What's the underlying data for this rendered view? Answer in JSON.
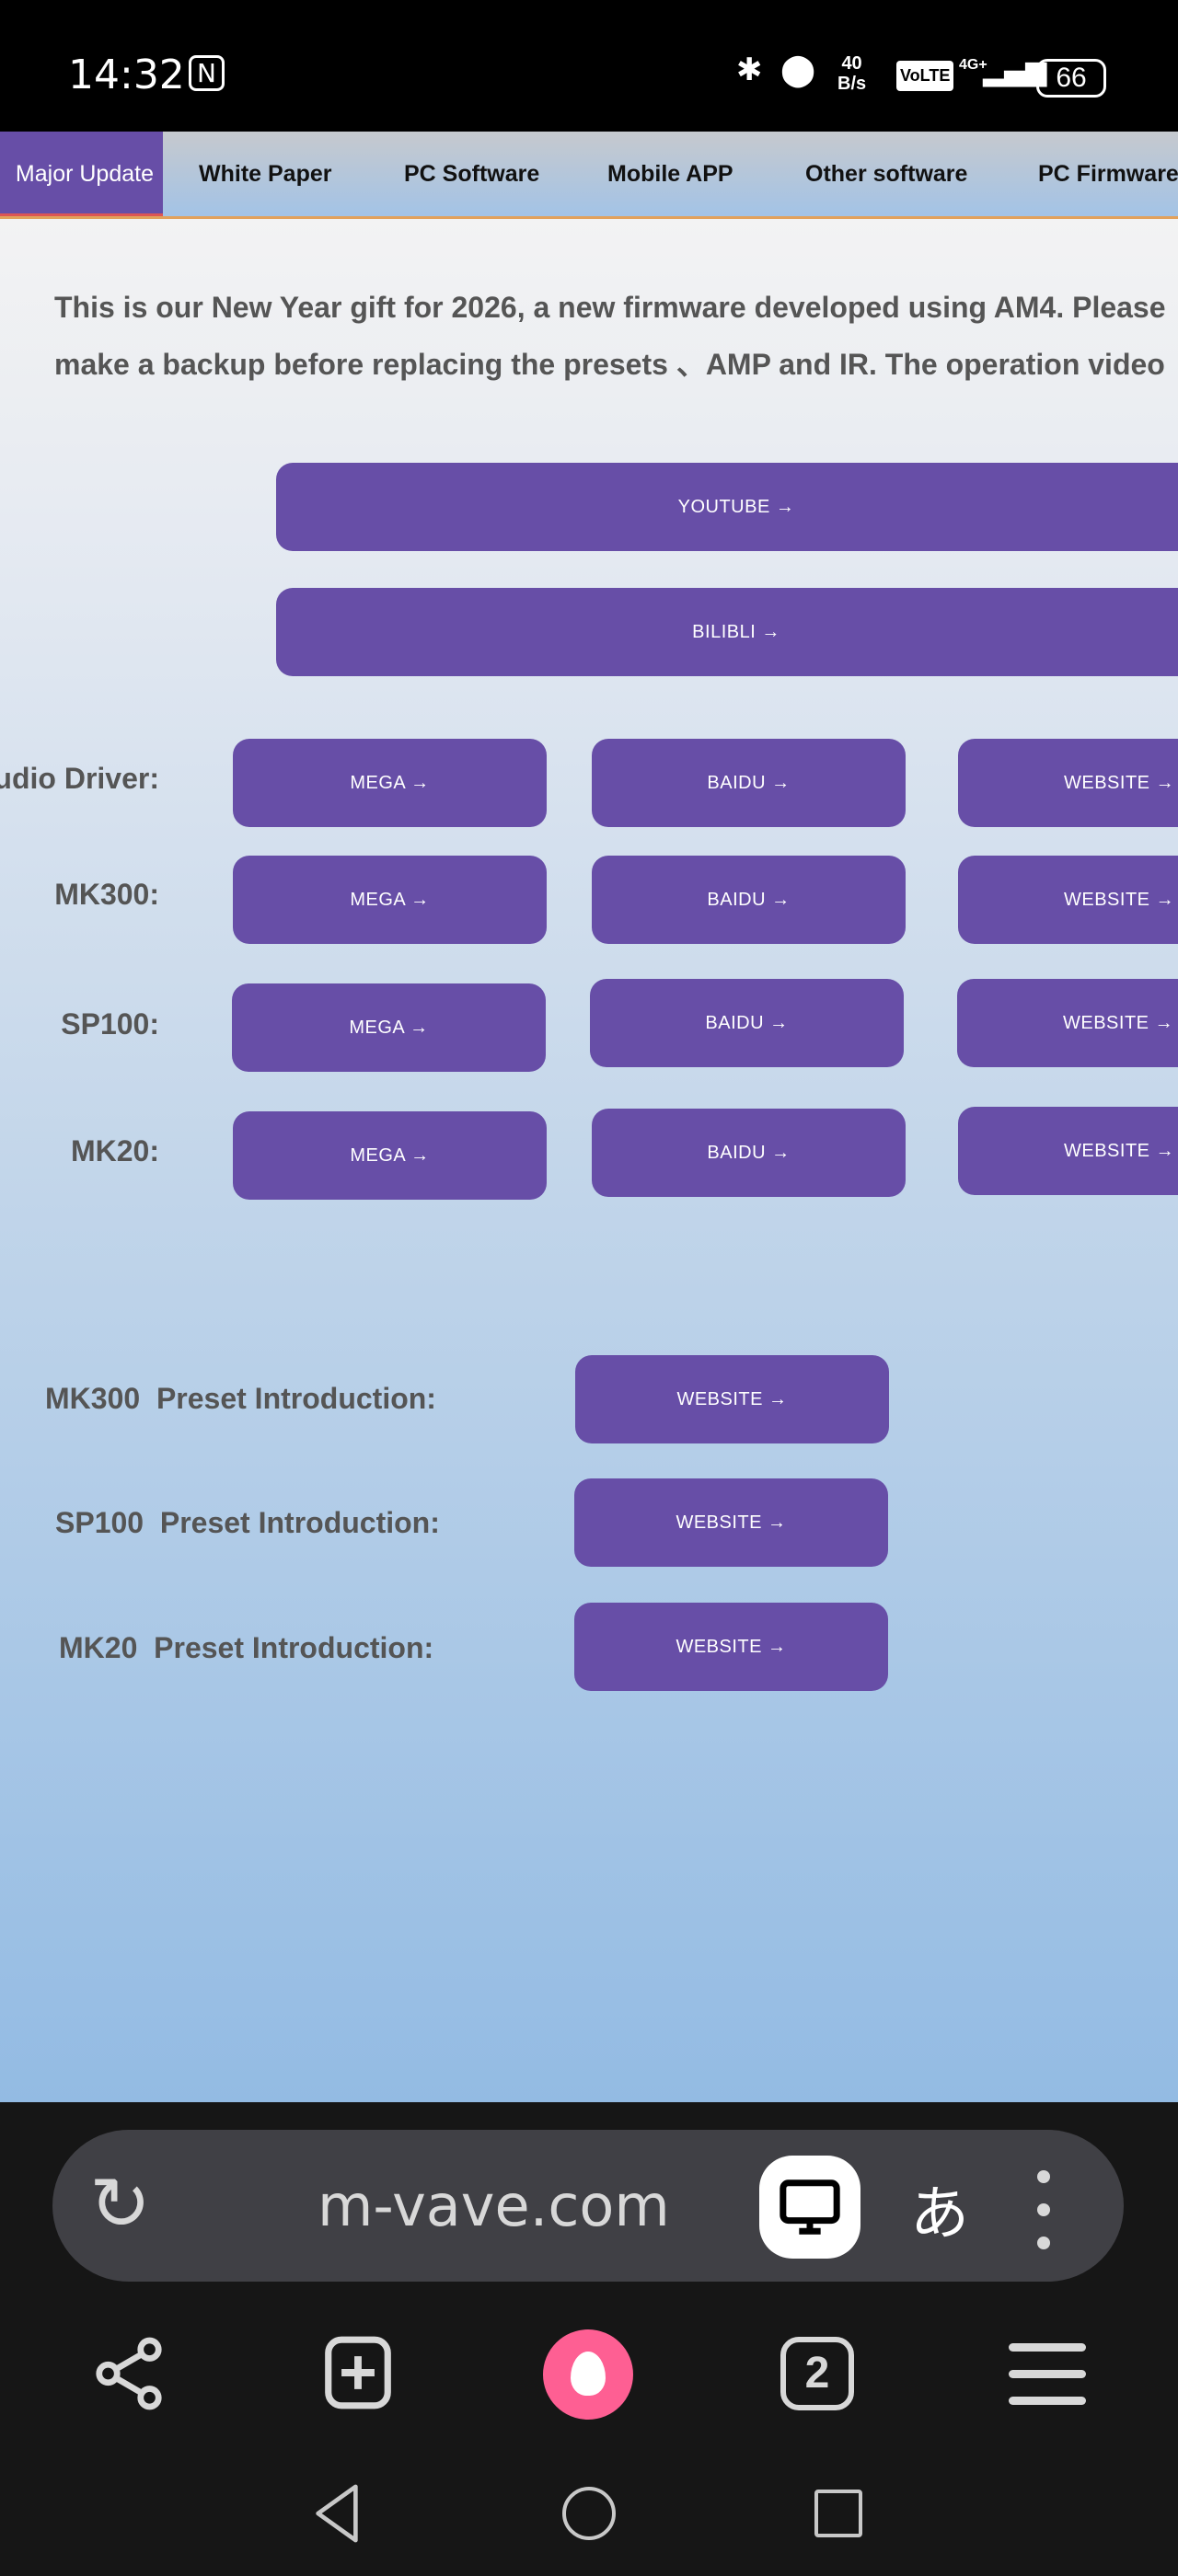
{
  "status_bar": {
    "time": "14:32",
    "nfc": "N",
    "net_speed_top": "40",
    "net_speed_bottom": "B/s",
    "volte": "VoLTE",
    "network": "4G+",
    "battery": "66"
  },
  "nav": {
    "tabs": [
      {
        "label": "Major Update",
        "active": true
      },
      {
        "label": "White Paper"
      },
      {
        "label": "PC Software"
      },
      {
        "label": "Mobile APP"
      },
      {
        "label": "Other software"
      },
      {
        "label": "PC Firmware"
      }
    ]
  },
  "intro": {
    "line1": "This is our New Year gift for 2026, a new firmware developed using AM4. Please",
    "line2": "make a backup before replacing the presets 、AMP and IR. The operation video"
  },
  "video_buttons": [
    {
      "label": "YOUTUBE →"
    },
    {
      "label": "BILIBLI →"
    }
  ],
  "download_rows": [
    {
      "label": "Audio Driver:",
      "buttons": [
        "MEGA →",
        "BAIDU →",
        "WEBSITE →"
      ]
    },
    {
      "label": "MK300:",
      "buttons": [
        "MEGA →",
        "BAIDU →",
        "WEBSITE →"
      ]
    },
    {
      "label": "SP100:",
      "buttons": [
        "MEGA →",
        "BAIDU →",
        "WEBSITE →"
      ]
    },
    {
      "label": "MK20:",
      "buttons": [
        "MEGA →",
        "BAIDU →",
        "WEBSITE →"
      ]
    }
  ],
  "preset_rows": [
    {
      "label": "MK300  Preset Introduction:",
      "button": "WEBSITE →"
    },
    {
      "label": "SP100  Preset Introduction:",
      "button": "WEBSITE →"
    },
    {
      "label": "MK20  Preset Introduction:",
      "button": "WEBSITE →"
    }
  ],
  "browser": {
    "url": "m-vave.com",
    "translate": "あ",
    "tab_count": "2"
  },
  "colors": {
    "accent": "#674ea7",
    "nav_underline": "#e2a15c",
    "browser_bg": "#161616",
    "home_button": "#fe5f93"
  }
}
